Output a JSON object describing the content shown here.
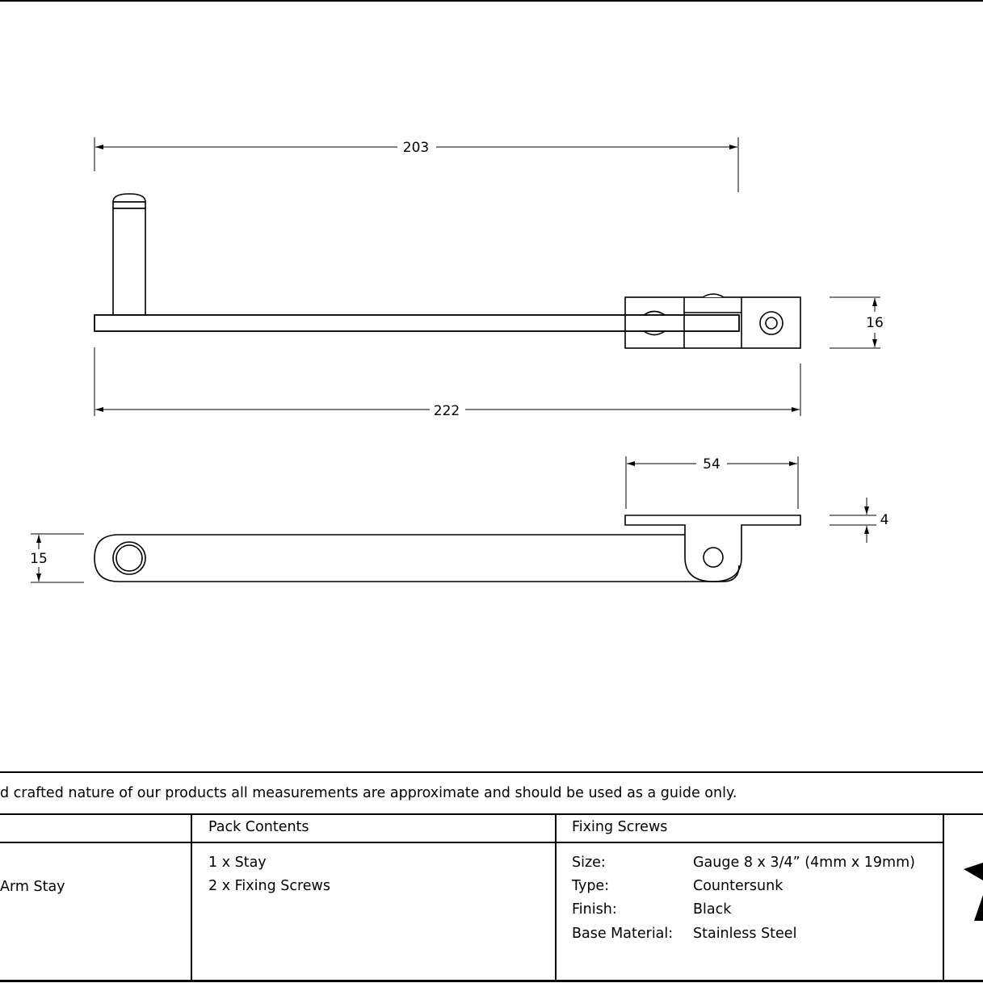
{
  "dimensions": {
    "overall_top": "203",
    "overall_bottom": "222",
    "bracket_height": "16",
    "bracket_length": "54",
    "plate_thickness": "4",
    "arm_height": "15"
  },
  "footer": {
    "disclaimer": "d crafted nature of our products all measurements are approximate and should be used as a guide only.",
    "product_name_fragment": "Arm Stay",
    "pack_contents": {
      "header": "Pack Contents",
      "items": [
        "1 x Stay",
        "2 x Fixing Screws"
      ]
    },
    "fixing_screws": {
      "header": "Fixing Screws",
      "rows": [
        {
          "label": "Size:",
          "value": "Gauge 8 x 3/4” (4mm x 19mm)"
        },
        {
          "label": "Type:",
          "value": "Countersunk"
        },
        {
          "label": "Finish:",
          "value": "Black"
        },
        {
          "label": "Base Material:",
          "value": "Stainless Steel"
        }
      ]
    },
    "logo": "star-logo-icon"
  }
}
